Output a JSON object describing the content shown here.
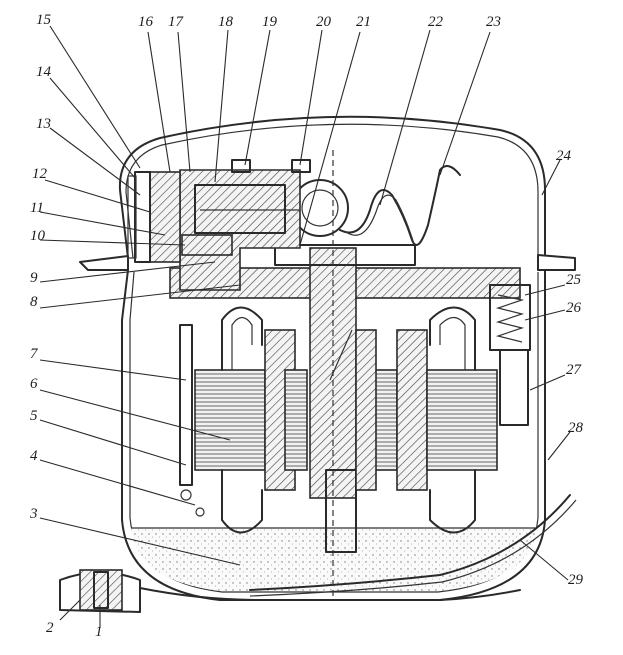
{
  "diagram": {
    "labels": [
      {
        "id": "15",
        "text": "15"
      },
      {
        "id": "16",
        "text": "16"
      },
      {
        "id": "17",
        "text": "17"
      },
      {
        "id": "18",
        "text": "18"
      },
      {
        "id": "19",
        "text": "19"
      },
      {
        "id": "20",
        "text": "20"
      },
      {
        "id": "21",
        "text": "21"
      },
      {
        "id": "22",
        "text": "22"
      },
      {
        "id": "23",
        "text": "23"
      },
      {
        "id": "14",
        "text": "14"
      },
      {
        "id": "13",
        "text": "13"
      },
      {
        "id": "12",
        "text": "12"
      },
      {
        "id": "11",
        "text": "11"
      },
      {
        "id": "10",
        "text": "10"
      },
      {
        "id": "9",
        "text": "9"
      },
      {
        "id": "8",
        "text": "8"
      },
      {
        "id": "7",
        "text": "7"
      },
      {
        "id": "6",
        "text": "6"
      },
      {
        "id": "5",
        "text": "5"
      },
      {
        "id": "4",
        "text": "4"
      },
      {
        "id": "3",
        "text": "3"
      },
      {
        "id": "2",
        "text": "2"
      },
      {
        "id": "1",
        "text": "1"
      },
      {
        "id": "24",
        "text": "24"
      },
      {
        "id": "25",
        "text": "25"
      },
      {
        "id": "26",
        "text": "26"
      },
      {
        "id": "27",
        "text": "27"
      },
      {
        "id": "28",
        "text": "28"
      },
      {
        "id": "29",
        "text": "29"
      }
    ]
  }
}
